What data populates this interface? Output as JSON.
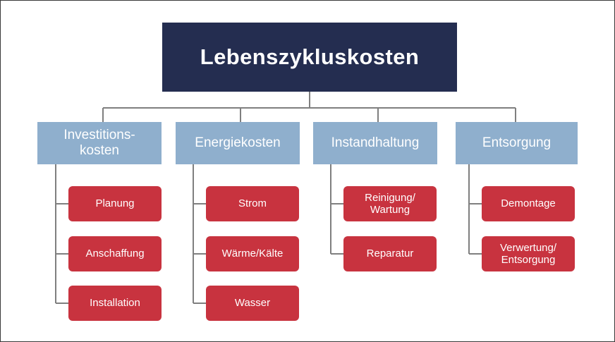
{
  "diagram": {
    "type": "tree-hierarchy",
    "title": "Lebenszykluskosten",
    "colors": {
      "root_fill": "#242D50",
      "category_fill": "#8FAFCD",
      "leaf_fill": "#C8333F",
      "label_text": "#FFFFFF",
      "connector_line": "#7F7F7F",
      "background": "#FFFFFF",
      "frame_border": "#3A3A3A"
    },
    "root": {
      "label": "Lebenszykluskosten"
    },
    "categories": [
      {
        "label": "Investitions-\nkosten",
        "line1": "Investitions-",
        "line2": "kosten",
        "children": [
          {
            "label": "Planung"
          },
          {
            "label": "Anschaffung"
          },
          {
            "label": "Installation"
          }
        ]
      },
      {
        "label": "Energiekosten",
        "line1": "Energiekosten",
        "line2": "",
        "children": [
          {
            "label": "Strom"
          },
          {
            "label": "Wärme/Kälte"
          },
          {
            "label": "Wasser"
          }
        ]
      },
      {
        "label": "Instandhaltung",
        "line1": "Instandhaltung",
        "line2": "",
        "children": [
          {
            "label": "Reinigung/\nWartung",
            "line1": "Reinigung/",
            "line2": "Wartung"
          },
          {
            "label": "Reparatur",
            "line1": "Reparatur",
            "line2": ""
          }
        ]
      },
      {
        "label": "Entsorgung",
        "line1": "Entsorgung",
        "line2": "",
        "children": [
          {
            "label": "Demontage",
            "line1": "Demontage",
            "line2": ""
          },
          {
            "label": "Verwertung/\nEntsorgung",
            "line1": "Verwertung/",
            "line2": "Entsorgung"
          }
        ]
      }
    ]
  }
}
